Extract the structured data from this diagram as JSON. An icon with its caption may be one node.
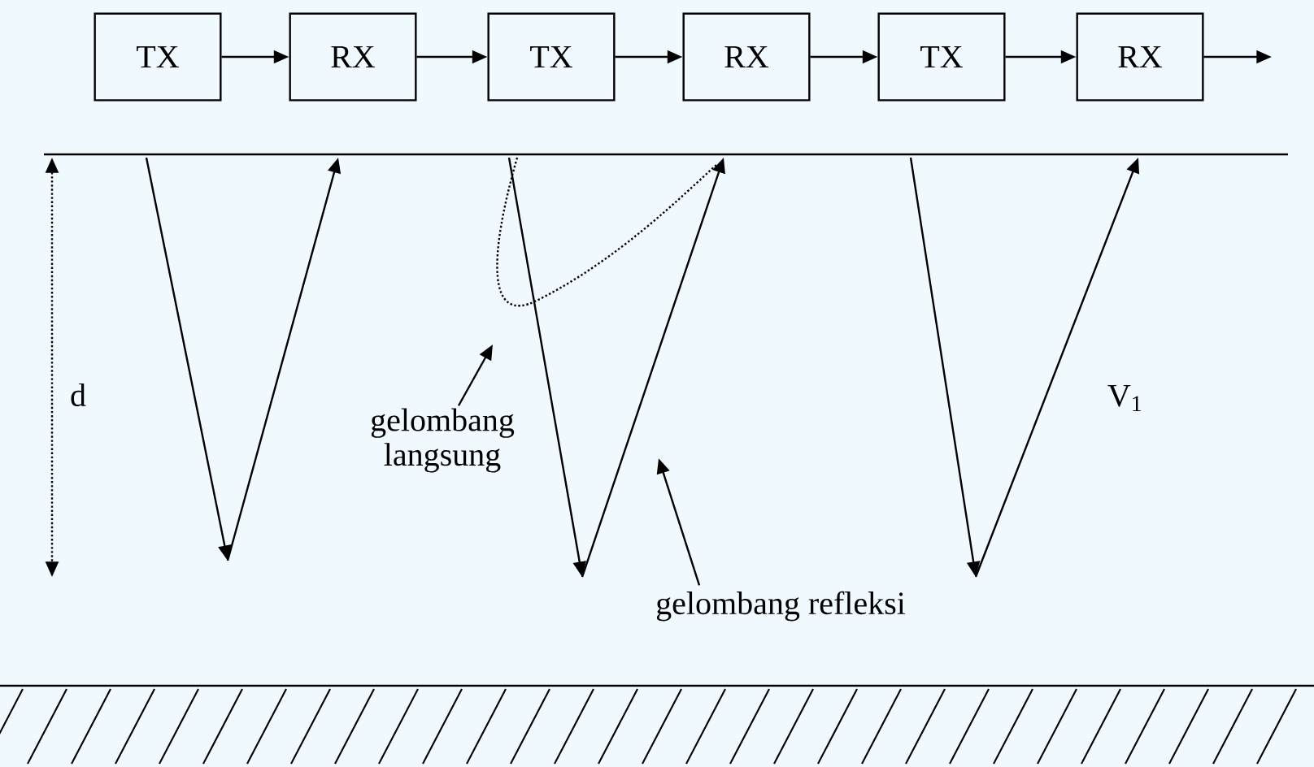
{
  "diagram": {
    "nodes": [
      {
        "text": [
          "TX"
        ]
      },
      {
        "text": [
          "RX"
        ]
      },
      {
        "text": [
          "TX"
        ]
      },
      {
        "text": [
          "RX"
        ]
      },
      {
        "text": [
          "TX"
        ]
      },
      {
        "text": [
          "RX"
        ]
      },
      {
        "text": [
          "gelombang langsung"
        ]
      },
      {
        "text": [
          "gelombang refleksi"
        ]
      }
    ],
    "edges": [
      {
        "from": 0,
        "to": 1,
        "arrow": "to"
      },
      {
        "from": 1,
        "to": 2,
        "arrow": "to"
      },
      {
        "from": 2,
        "to": 3,
        "arrow": "to"
      },
      {
        "from": 3,
        "to": 4,
        "arrow": "to"
      },
      {
        "from": 4,
        "to": 5,
        "arrow": "to"
      },
      {
        "from": 5,
        "to": null,
        "arrow": "to"
      },
      {
        "from": 6,
        "to": null,
        "arrow": "to"
      },
      {
        "from": 7,
        "to": null,
        "arrow": "to"
      }
    ],
    "labels": [
      "d",
      "V$_{1}$"
    ]
  }
}
